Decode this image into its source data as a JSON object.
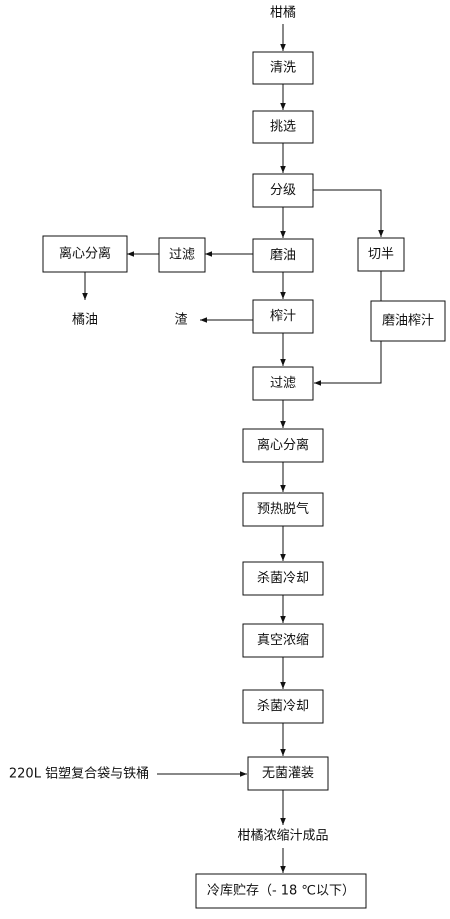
{
  "nodes": {
    "citrus": "柑橘",
    "wash": "清洗",
    "select": "挑选",
    "grade": "分级",
    "oil_grind": "磨油",
    "filter_oil": "过滤",
    "centrifuge_oil": "离心分离",
    "citrus_oil": "橘油",
    "residue": "渣",
    "juice_press": "榨汁",
    "halve": "切半",
    "grind_press": "磨油榨汁",
    "filter": "过滤",
    "centrifuge": "离心分离",
    "preheat_degas": "预热脱气",
    "sterilize_cool_1": "杀菌冷却",
    "vacuum_concentrate": "真空浓缩",
    "sterilize_cool_2": "杀菌冷却",
    "packaging_material": "220L 铝塑复合袋与铁桶",
    "aseptic_fill": "无菌灌装",
    "product": "柑橘浓缩汁成品",
    "cold_storage": "冷库贮存（- 18 ℃以下）"
  }
}
